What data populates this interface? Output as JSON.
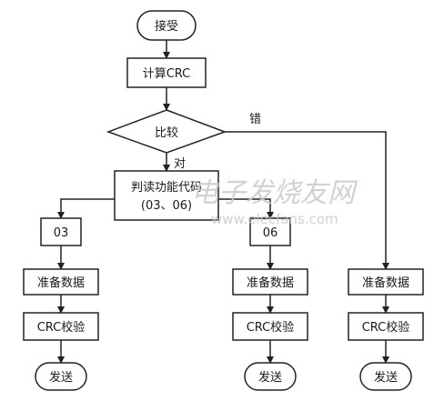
{
  "nodes": {
    "start": "接受",
    "calc_crc": "计算CRC",
    "compare": "比较",
    "judge_line1": "判读功能代码",
    "judge_line2": "(03、06)",
    "code_03": "03",
    "code_06": "06",
    "prep_left": "准备数据",
    "prep_mid": "准备数据",
    "prep_right": "准备数据",
    "crc_left": "CRC校验",
    "crc_mid": "CRC校验",
    "crc_right": "CRC校验",
    "send_left": "发送",
    "send_mid": "发送",
    "send_right": "发送"
  },
  "edges": {
    "right_label": "错",
    "correct_label": "对"
  },
  "watermark": {
    "title": "电子发烧友网",
    "url": "www.elecfans.com"
  }
}
